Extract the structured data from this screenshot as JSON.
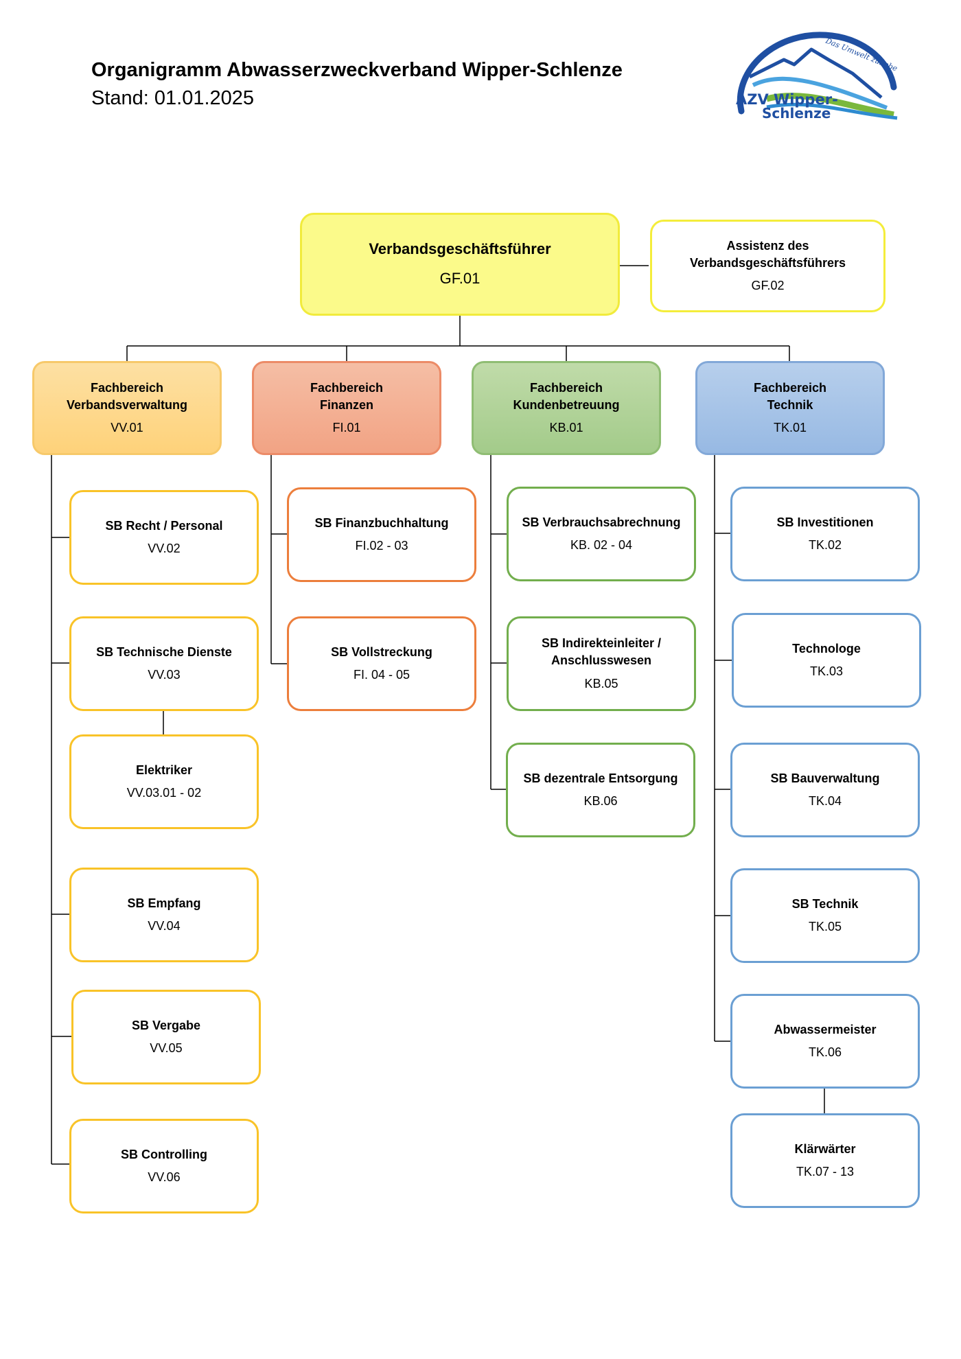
{
  "header": {
    "title": "Organigramm Abwasserzweckverband Wipper-Schlenze",
    "subtitle": "Stand: 01.01.2025"
  },
  "logo": {
    "text_line1": "AZV Wipper-",
    "text_line2": "Schlenze",
    "slogan": "Das Umwelt zuliebe"
  },
  "colors": {
    "gf": "#fbfa8a",
    "verbandsverwaltung": "#f9c328",
    "finanzen": "#ec7e3c",
    "kundenbetreuung": "#72ae4d",
    "technik": "#6b9fd3",
    "logo_blue": "#1f4fa2",
    "logo_green": "#7ab83c"
  },
  "top": {
    "gf": {
      "name": "Verbandsgeschäftsführer",
      "code": "GF.01"
    },
    "assistant": {
      "name": "Assistenz des\nVerbandsgeschäftsführers",
      "code": "GF.02"
    }
  },
  "departments": [
    {
      "name": "Fachbereich\nVerbandsverwaltung",
      "code": "VV.01",
      "units": [
        {
          "name": "SB Recht / Personal",
          "code": "VV.02"
        },
        {
          "name": "SB Technische Dienste",
          "code": "VV.03"
        },
        {
          "name": "Elektriker",
          "code": "VV.03.01 - 02"
        },
        {
          "name": "SB Empfang",
          "code": "VV.04"
        },
        {
          "name": "SB Vergabe",
          "code": "VV.05"
        },
        {
          "name": "SB Controlling",
          "code": "VV.06"
        }
      ]
    },
    {
      "name": "Fachbereich\nFinanzen",
      "code": "FI.01",
      "units": [
        {
          "name": "SB Finanzbuchhaltung",
          "code": "FI.02 - 03"
        },
        {
          "name": "SB Vollstreckung",
          "code": "FI. 04 - 05"
        }
      ]
    },
    {
      "name": "Fachbereich\nKundenbetreuung",
      "code": "KB.01",
      "units": [
        {
          "name": "SB Verbrauchsabrechnung",
          "code": "KB. 02 - 04"
        },
        {
          "name": "SB Indirekteinleiter /\nAnschlusswesen",
          "code": "KB.05"
        },
        {
          "name": "SB dezentrale Entsorgung",
          "code": "KB.06"
        }
      ]
    },
    {
      "name": "Fachbereich\nTechnik",
      "code": "TK.01",
      "units": [
        {
          "name": "SB Investitionen",
          "code": "TK.02"
        },
        {
          "name": "Technologe",
          "code": "TK.03"
        },
        {
          "name": "SB Bauverwaltung",
          "code": "TK.04"
        },
        {
          "name": "SB Technik",
          "code": "TK.05"
        },
        {
          "name": "Abwassermeister",
          "code": "TK.06"
        },
        {
          "name": "Klärwärter",
          "code": "TK.07 - 13"
        }
      ]
    }
  ]
}
